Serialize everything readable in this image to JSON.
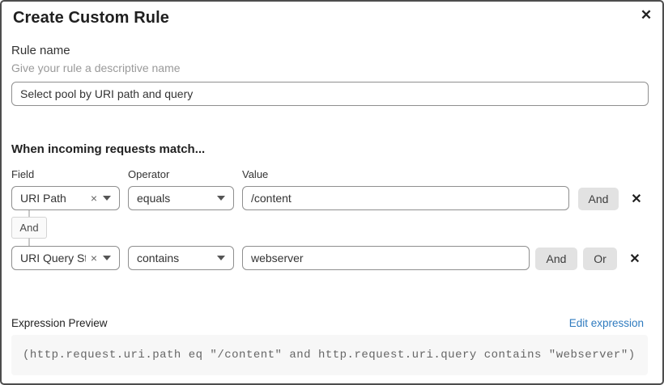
{
  "dialog": {
    "title": "Create Custom Rule"
  },
  "icons": {
    "close": "✕",
    "remove_row": "✕",
    "clear_select": "×"
  },
  "rule_name": {
    "label": "Rule name",
    "hint": "Give your rule a descriptive name",
    "value": "Select pool by URI path and query"
  },
  "matcher": {
    "heading": "When incoming requests match...",
    "columns": {
      "field": "Field",
      "operator": "Operator",
      "value": "Value"
    },
    "connector_label": "And",
    "rows": [
      {
        "field": "URI Path",
        "operator": "equals",
        "value": "/content",
        "and_label": "And"
      },
      {
        "field": "URI Query St...",
        "operator": "contains",
        "value": "webserver",
        "and_label": "And",
        "or_label": "Or"
      }
    ]
  },
  "expression": {
    "label": "Expression Preview",
    "edit_link": "Edit expression",
    "code": "(http.request.uri.path eq \"/content\" and http.request.uri.query contains \"webserver\")"
  },
  "colors": {
    "link_blue": "#2f7bbf",
    "dialog_border": "#4d4d4d",
    "input_border": "#8f8f8f",
    "button_gray": "#e2e2e2",
    "code_bg": "#f7f7f7"
  }
}
